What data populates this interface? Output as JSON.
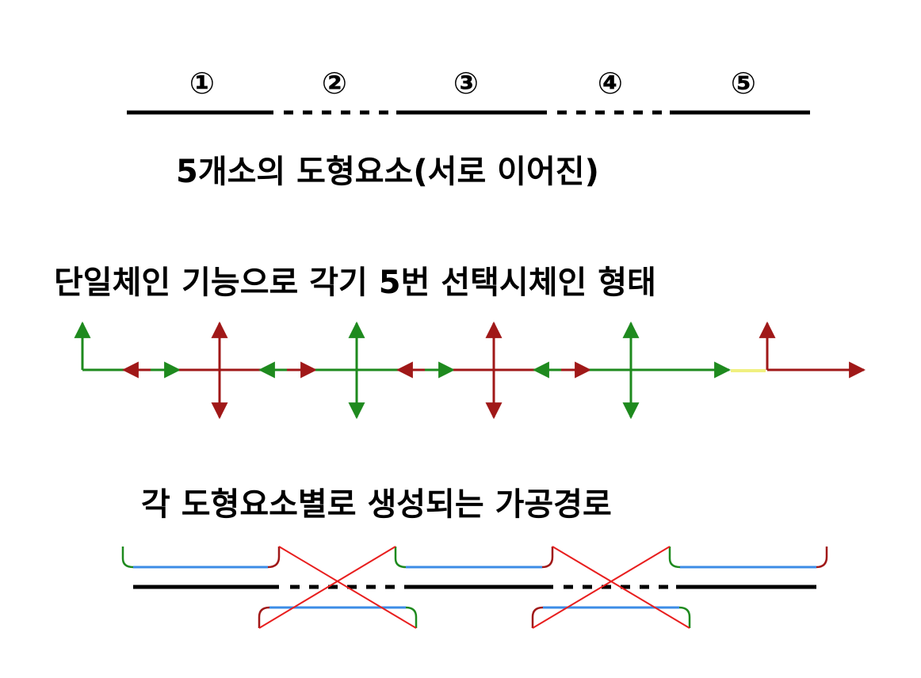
{
  "segments": {
    "numbers": [
      "①",
      "②",
      "③",
      "④",
      "⑤"
    ]
  },
  "captions": {
    "elements": "5개소의 도형요소(서로 이어진)",
    "single_chain": "단일체인 기능으로 각기 5번 선택시체인 형태",
    "toolpaths": "각 도형요소별로 생성되는 가공경로"
  },
  "colors": {
    "black": "#000000",
    "green": "#1e8a1e",
    "red": "#a01818",
    "yellow": "#f0f080",
    "blue": "#3c8ce6",
    "cross_red": "#e81e1e"
  }
}
